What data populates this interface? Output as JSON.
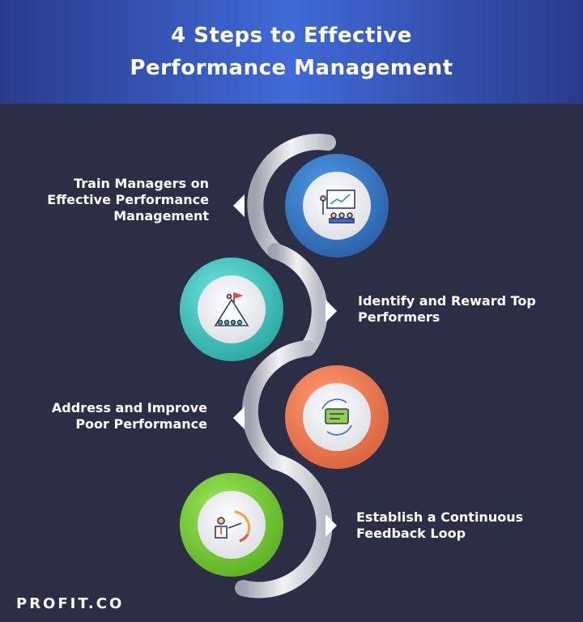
{
  "header": {
    "title_line1": "4 Steps to Effective",
    "title_line2": "Performance Management"
  },
  "steps": [
    {
      "label_line1": "Train Managers on",
      "label_line2": "Effective Performance",
      "label_line3": "Management",
      "color": "#3a78c9",
      "icon": "presentation-icon"
    },
    {
      "label_line1": "Identify and Reward Top",
      "label_line2": "Performers",
      "color": "#3fc7c0",
      "icon": "summit-flag-icon"
    },
    {
      "label_line1": "Address and Improve",
      "label_line2": "Poor Performance",
      "color": "#f27f55",
      "icon": "feedback-cycle-icon"
    },
    {
      "label_line1": "Establish a Continuous",
      "label_line2": "Feedback Loop",
      "color": "#7fd13a",
      "icon": "performance-gauge-icon"
    }
  ],
  "brand": {
    "logo": "PROFIT.CO"
  }
}
